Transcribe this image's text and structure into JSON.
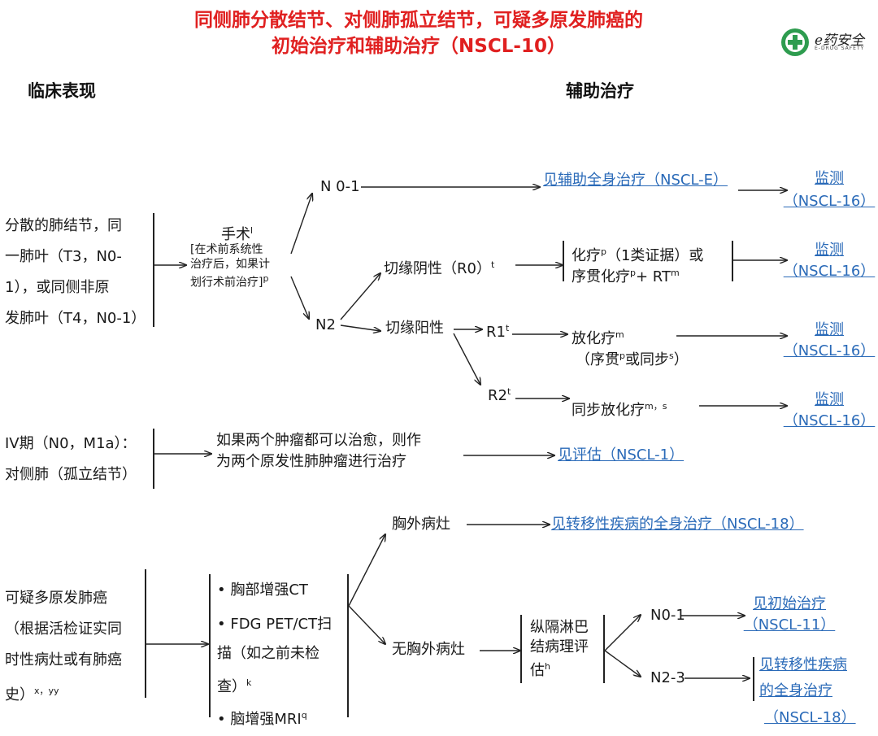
{
  "title": {
    "line1": "同侧肺分散结节、对侧肺孤立结节，可疑多原发肺癌的",
    "line2": "初始治疗和辅助治疗（NSCL-10）"
  },
  "logo": {
    "brand": "e药安全",
    "sub": "E-DRUG SAFETY"
  },
  "headers": {
    "clinical": "临床表现",
    "adjuvant": "辅助治疗"
  },
  "section1": {
    "presentation": [
      "分散的肺结节，同",
      "一肺叶（T3，N0-",
      "1），或同侧非原",
      "发肺叶（T4，N0-1）"
    ],
    "surgery": "手术",
    "surgery_sup": "l",
    "surgery_note": [
      "[在术前系统性",
      "治疗后，如果计",
      "划行术前治疗]"
    ],
    "surgery_note_sup": "p",
    "n01": "N 0-1",
    "n01_link": "见辅助全身治疗（NSCL-E）",
    "n2": "N2",
    "r0": "切缘阴性（R0）",
    "r0_sup": "t",
    "r0_tx1": "化疗",
    "r0_tx1_sup": "p",
    "r0_tx1_rest": "（1类证据）或",
    "r0_tx2": "序贯化疗",
    "r0_tx2_sup": "p",
    "r0_tx2_rest": "+ RT",
    "r0_tx2_sup2": "m",
    "positive": "切缘阳性",
    "r1": "R1",
    "r1_sup": "t",
    "r1_tx": "放化疗",
    "r1_tx_sup": "m",
    "r1_tx2a": "（序贯",
    "r1_tx2_sup": "p",
    "r1_tx2b": "或同步",
    "r1_tx2_sup2": "s",
    "r1_tx2c": "）",
    "r2": "R2",
    "r2_sup": "t",
    "r2_tx": "同步放化疗",
    "r2_tx_sup": "m，s",
    "monitor": "监测",
    "monitor_ref": "（NSCL-16）"
  },
  "section2": {
    "presentation": [
      "IV期（N0，M1a）：",
      "对侧肺（孤立结节）"
    ],
    "action": [
      "如果两个肿瘤都可以治愈，则作",
      "为两个原发性肺肿瘤进行治疗"
    ],
    "link": "见评估（NSCL-1）"
  },
  "section3": {
    "presentation": [
      "可疑多原发肺癌",
      "（根据活检证实同",
      "时性病灶或有肺癌",
      "史）"
    ],
    "presentation_sup": "x，yy",
    "workup": [
      "• 胸部增强CT",
      "• FDG PET/CT扫",
      "描（如之前未检",
      "查）",
      "• 脑增强MRI"
    ],
    "workup_sup_k": "k",
    "workup_sup_q": "q",
    "extra": "胸外病灶",
    "extra_link": "见转移性疾病的全身治疗（NSCL-18）",
    "no_extra": "无胸外病灶",
    "mediastinal": [
      "纵隔淋巴",
      "结病理评",
      "估"
    ],
    "mediastinal_sup": "h",
    "n01": "N0-1",
    "n01_link": [
      "见初始治疗",
      "（NSCL-11）"
    ],
    "n23": "N2-3",
    "n23_link": [
      "见转移性疾病",
      "的全身治疗",
      "（NSCL-18）"
    ]
  }
}
